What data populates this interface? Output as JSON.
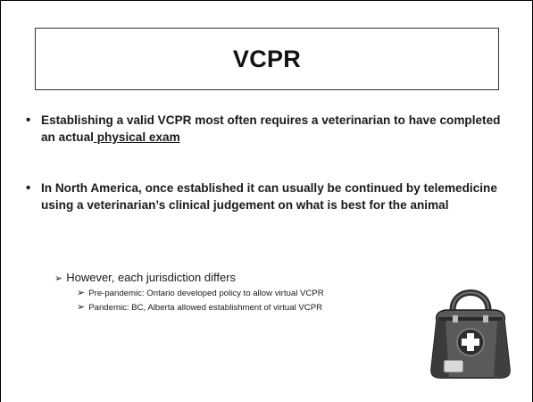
{
  "slide": {
    "title": "VCPR",
    "bullets": [
      {
        "marker": "•",
        "text_before": "Establishing a valid VCPR most often requires a veterinarian to have completed an actual",
        "text_underlined": " physical exam"
      },
      {
        "marker": "•",
        "text": "In North America, once established it can usually be continued by telemedicine using a veterinarian’s clinical judgement on what is best for the animal"
      }
    ],
    "sub_bullet": {
      "marker": "➢",
      "text": "However, each jurisdiction differs",
      "items": [
        {
          "marker": "➢",
          "text": "Pre-pandemic: Ontario developed policy to allow virtual VCPR"
        },
        {
          "marker": "➢",
          "text": "Pandemic: BC, Alberta allowed establishment of virtual VCPR"
        }
      ]
    },
    "image": {
      "icon": "medical-bag-icon",
      "colors": {
        "bag": "#5a5a5a",
        "dark": "#2b2b2b",
        "cross": "#ffffff"
      }
    }
  }
}
